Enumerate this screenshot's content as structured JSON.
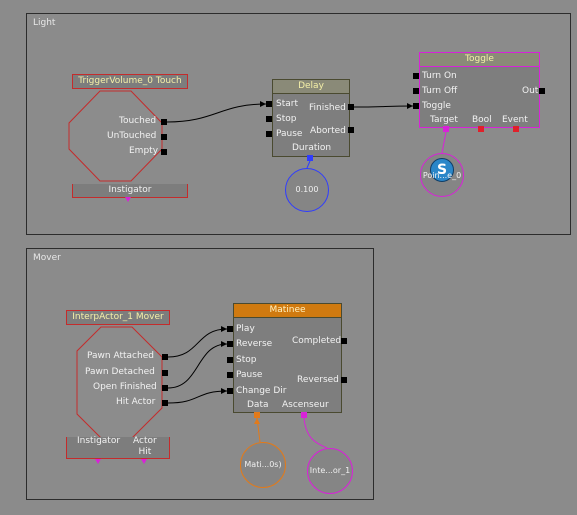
{
  "groups": {
    "light": {
      "title": "Light"
    },
    "mover": {
      "title": "Mover"
    }
  },
  "light": {
    "trigger": {
      "title": "TriggerVolume_0 Touch",
      "outputs": [
        "Touched",
        "UnTouched",
        "Empty"
      ],
      "var_label": "Instigator"
    },
    "delay": {
      "title": "Delay",
      "inputs": [
        "Start",
        "Stop",
        "Pause"
      ],
      "outputs": [
        "Finished",
        "Aborted"
      ],
      "var_label": "Duration",
      "var_value": "0.100"
    },
    "toggle": {
      "title": "Toggle",
      "inputs": [
        "Turn On",
        "Turn Off",
        "Toggle"
      ],
      "output": "Out",
      "vars": [
        "Target",
        "Bool",
        "Event"
      ],
      "target_value": "Poin...e_0"
    }
  },
  "mover": {
    "interp": {
      "title": "InterpActor_1 Mover",
      "outputs": [
        "Pawn Attached",
        "Pawn Detached",
        "Open Finished",
        "Hit Actor"
      ],
      "vars": [
        "Instigator",
        "Actor\nHit"
      ]
    },
    "matinee": {
      "title": "Matinee",
      "inputs": [
        "Play",
        "Reverse",
        "Stop",
        "Pause",
        "Change Dir"
      ],
      "outputs": [
        "Completed",
        "Reversed"
      ],
      "vars": [
        "Data",
        "Ascenseur"
      ],
      "data_value": "Mati...0s)",
      "ascenseur_value": "Inte...or_1"
    }
  },
  "colors": {
    "canvas": "#8b8b8b",
    "node_title_yellow": "#f5f0a8",
    "matinee_title_bg": "#d07a10",
    "toggle_border": "#d822d8",
    "float_var": "#2f3cff",
    "object_var": "#d822d8",
    "matinee_data_var": "#e27a1a",
    "bool_var": "#e0202a"
  },
  "icons": {
    "toggle_target_icon": "lightbulb-s-icon"
  }
}
